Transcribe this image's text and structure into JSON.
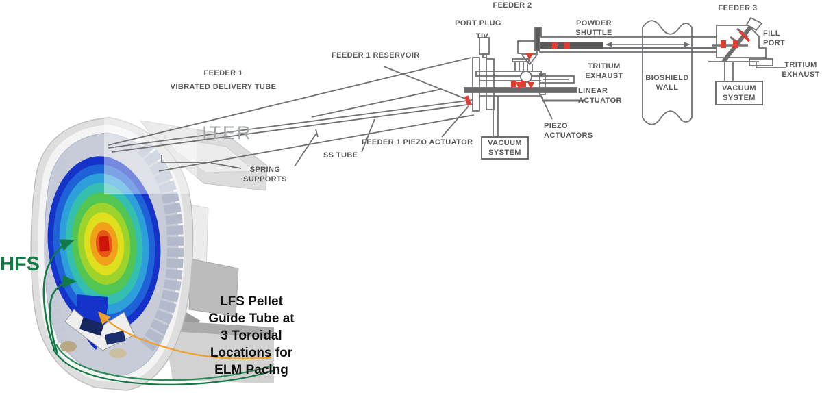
{
  "diagram_title": "ITER pellet and powder injection feeder system",
  "colors": {
    "label_gray": "#57585a",
    "linework_gray": "#707174",
    "marker_red": "#e23b30",
    "hfs_green": "#127a46",
    "lfs_orange": "#f0a028",
    "watermark_gray": "#a2a5a8",
    "caption_black": "#111111"
  },
  "labels": {
    "feeder1": "FEEDER 1",
    "vibrated_delivery_tube": "VIBRATED DELIVERY TUBE",
    "feeder1_reservoir": "FEEDER 1 RESERVOIR",
    "feeder2": "FEEDER 2",
    "port_plug": "PORT PLUG",
    "tiv": "TIV",
    "powder_shuttle": "POWDER\nSHUTTLE",
    "tritium_exhaust_left": "TRITIUM\nEXHAUST",
    "linear_actuator": "LINEAR\nACTUATOR",
    "piezo_actuators": "PIEZO\nACTUATORS",
    "vacuum_system_left": "VACUUM\nSYSTEM",
    "spring_supports": "SPRING\nSUPPORTS",
    "ss_tube": "SS TUBE",
    "feeder1_piezo_actuator": "FEEDER 1 PIEZO ACTUATOR",
    "bioshield_wall": "BIOSHIELD\nWALL",
    "feeder3": "FEEDER 3",
    "fill_port": "FILL\nPORT",
    "tritium_exhaust_right": "TRITIUM\nEXHAUST",
    "vacuum_system_right": "VACUUM\nSYSTEM",
    "hfs": "HFS",
    "iter_watermark": "ITER",
    "lfs_caption": "LFS Pellet\nGuide Tube at\n3 Toroidal\nLocations for\nELM Pacing"
  }
}
